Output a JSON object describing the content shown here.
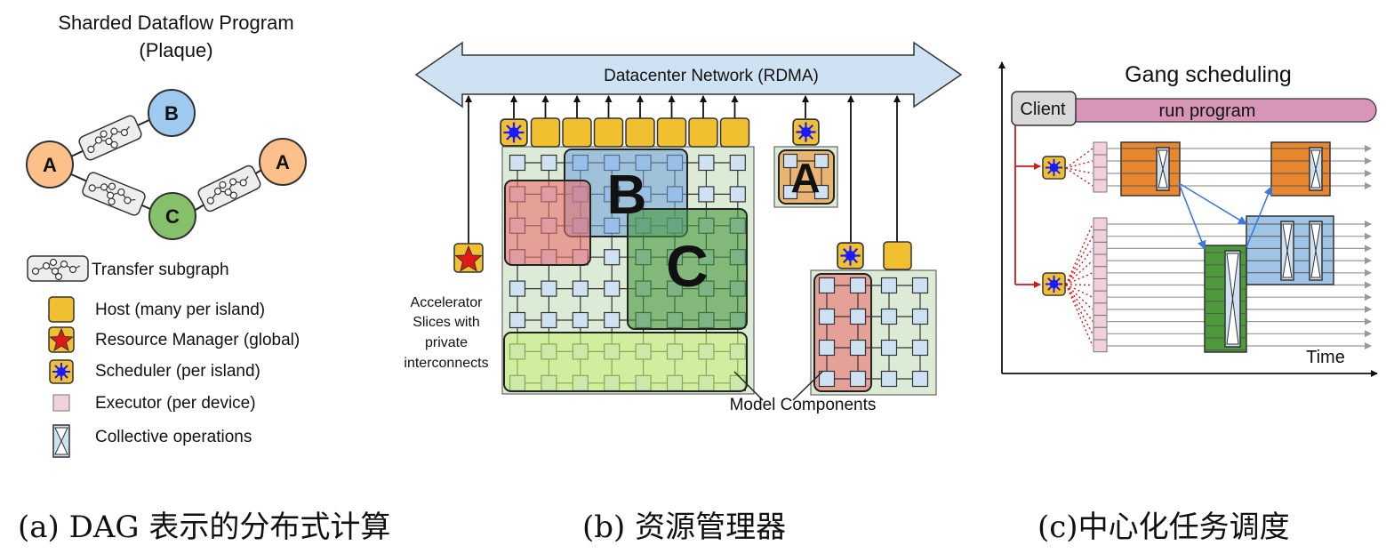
{
  "panel_a": {
    "title_line1": "Sharded Dataflow Program",
    "title_line2": "(Plaque)",
    "nodes": {
      "a_left": "A",
      "b": "B",
      "c": "C",
      "a_right": "A"
    },
    "legend": {
      "transfer": "Transfer subgraph",
      "host": "Host (many per island)",
      "resource_manager": "Resource Manager (global)",
      "scheduler": "Scheduler (per island)",
      "executor": "Executor (per device)",
      "collective": "Collective operations"
    },
    "caption": "(a)  DAG 表示的分布式计算"
  },
  "panel_b": {
    "network_label": "Datacenter Network (RDMA)",
    "accel_label_lines": [
      "Accelerator",
      "Slices with",
      "private",
      "interconnects"
    ],
    "label_b": "B",
    "label_c": "C",
    "label_a": "A",
    "model_components": "Model Components",
    "caption": "(b)    资源管理器"
  },
  "panel_c": {
    "title": "Gang scheduling",
    "client": "Client",
    "run_program": "run program",
    "time": "Time",
    "caption": "(c)中心化任务调度"
  },
  "colors": {
    "host": "#f0c030",
    "node_a": "#fcc08a",
    "node_b": "#9fcaf0",
    "node_c": "#86c06a",
    "executor": "#f2cfdc",
    "run_program": "#d796b8",
    "orange_block": "#e8872e",
    "blue_block": "#9fc4e6",
    "green_block": "#4c9a3a",
    "network": "#cfe2f3"
  }
}
